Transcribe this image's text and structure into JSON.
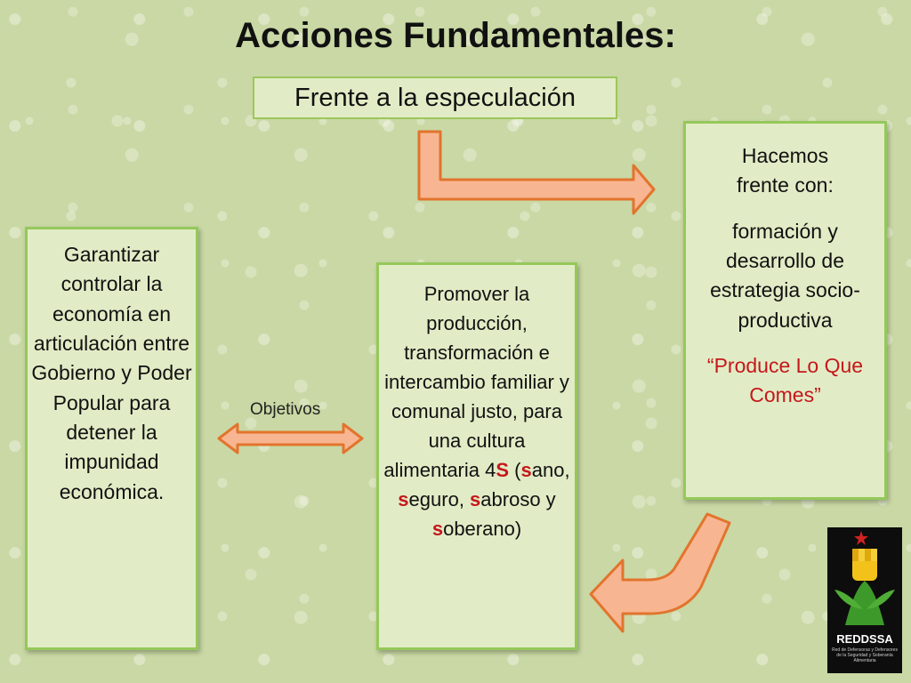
{
  "title": "Acciones Fundamentales:",
  "subtitle": "Frente a la especulación",
  "left_box": {
    "text": "Garantizar controlar la economía en articulación entre Gobierno y Poder Popular para detener la impunidad económica."
  },
  "center_box": {
    "line1": "Promover la producción, transformación e intercambio familiar y comunal justo, para una cultura alimentaria 4",
    "s_big": "S",
    "open_paren": " (",
    "w1_s": "s",
    "w1_rest": "ano, ",
    "w2_s": "s",
    "w2_rest": "eguro, ",
    "w3_s": "s",
    "w3_rest": "abroso y ",
    "w4_s": "s",
    "w4_rest": "oberano)"
  },
  "right_box": {
    "heading": "Hacemos frente con:",
    "body": "formación y desarrollo de estrategia socio-productiva",
    "slogan": "“Produce Lo Que Comes”"
  },
  "connector_label": "Objetivos",
  "logo": {
    "name": "REDDSSA",
    "subtitle": "Red de Defensoras y Defensores de la Seguridad y Soberanía Alimentaria"
  },
  "colors": {
    "arrow_fill": "#f8b591",
    "arrow_stroke": "#e2742d",
    "box_fill": "#e1ecc6",
    "box_border": "#95c85a",
    "highlight_red": "#c6171c"
  }
}
